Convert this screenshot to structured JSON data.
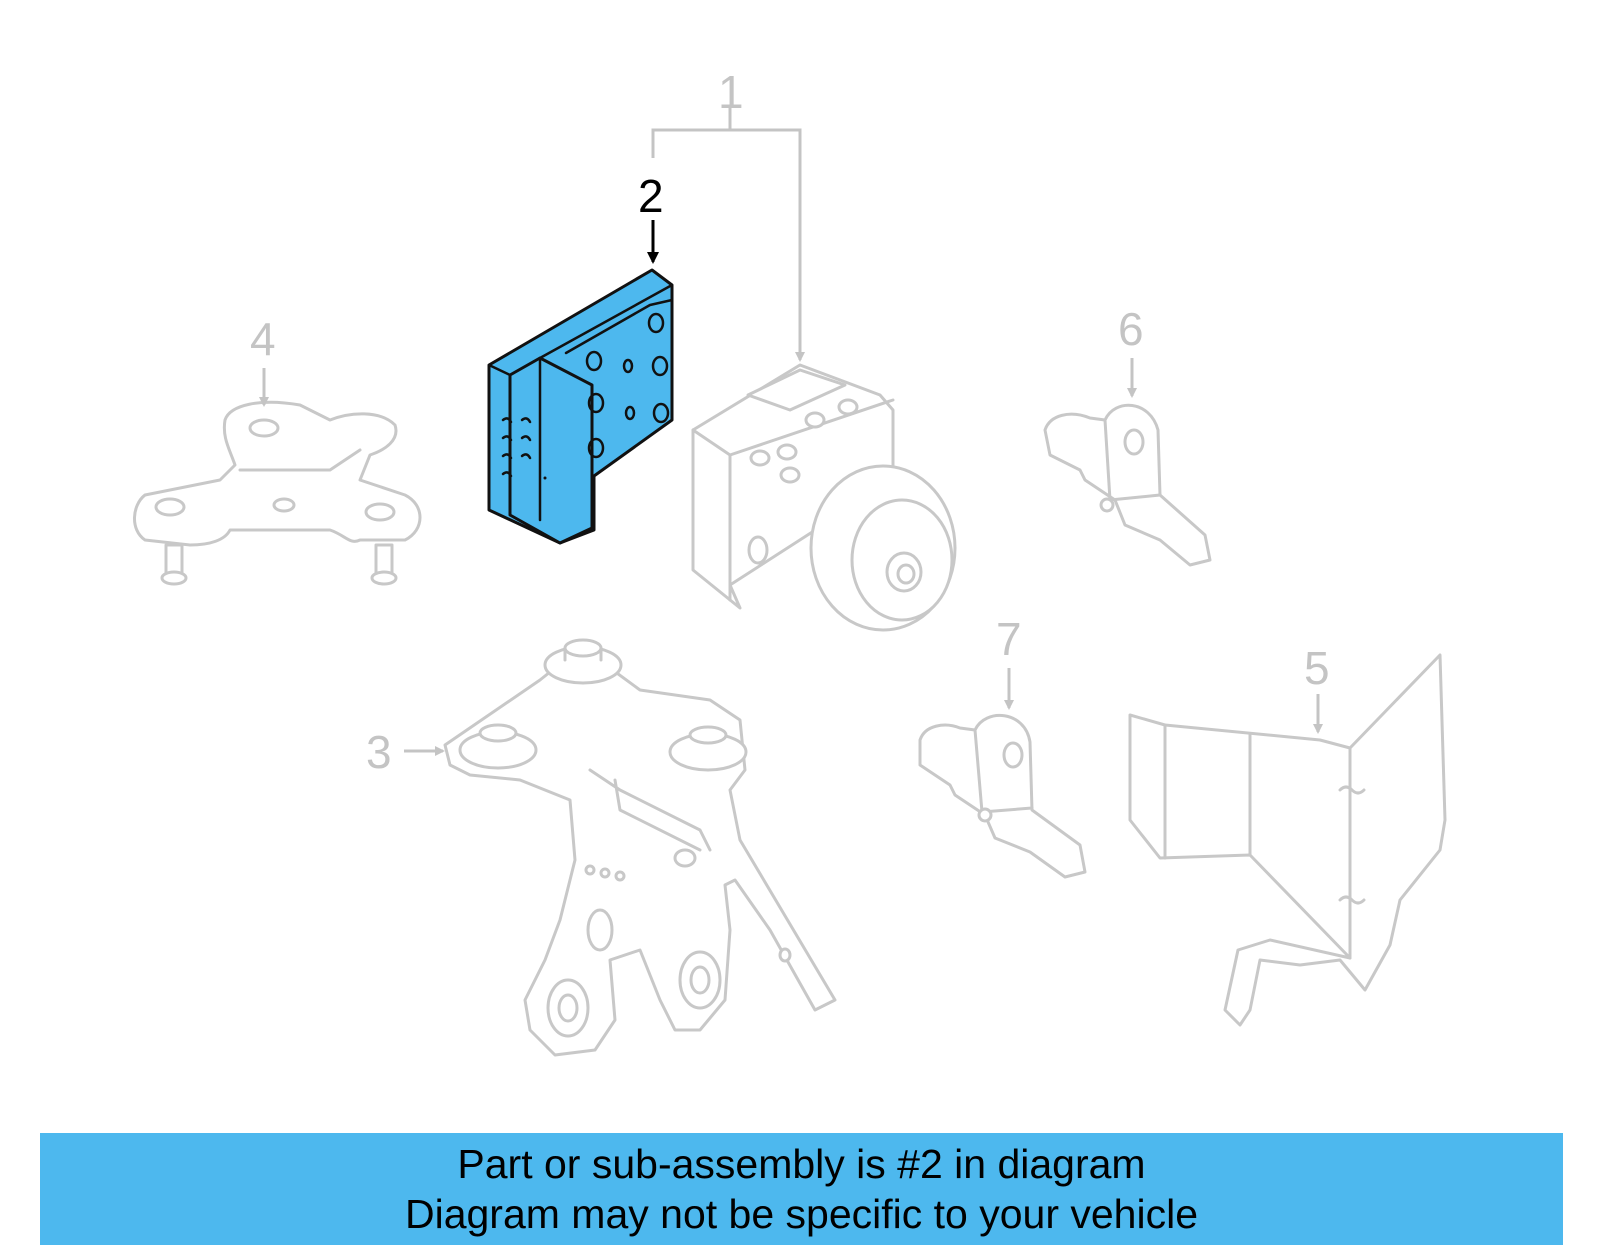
{
  "callouts": {
    "c1": "1",
    "c2": "2",
    "c3": "3",
    "c4": "4",
    "c5": "5",
    "c6": "6",
    "c7": "7"
  },
  "highlighted_part": "2",
  "colors": {
    "highlight": "#4db8ee",
    "ghost_outline": "#c8c8c8",
    "banner": "#4db8ee"
  },
  "banner": {
    "line1": "Part or sub-assembly is #2 in diagram",
    "line2": "Diagram may not be specific to your vehicle"
  }
}
